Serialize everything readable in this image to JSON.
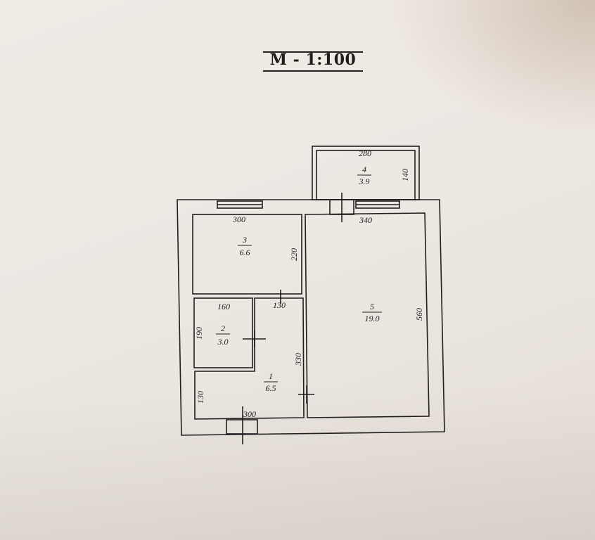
{
  "scale": "М - 1:100",
  "rooms": [
    {
      "number": "1",
      "area": "6.5"
    },
    {
      "number": "2",
      "area": "3.0"
    },
    {
      "number": "3",
      "area": "6.6"
    },
    {
      "number": "4",
      "area": "3.9"
    },
    {
      "number": "5",
      "area": "19.0"
    }
  ],
  "dimensions": {
    "balcony_width": "280",
    "balcony_depth": "140",
    "room3_width": "300",
    "room3_depth": "220",
    "room5_width": "340",
    "room5_depth": "560",
    "room2_width": "160",
    "room2_depth": "190",
    "corridor_width": "130",
    "room1_depth": "330",
    "entrance_depth": "130",
    "entrance_width": "300"
  },
  "colors": {
    "ink": "#1f1f1f",
    "paper": "#eee8e3"
  }
}
